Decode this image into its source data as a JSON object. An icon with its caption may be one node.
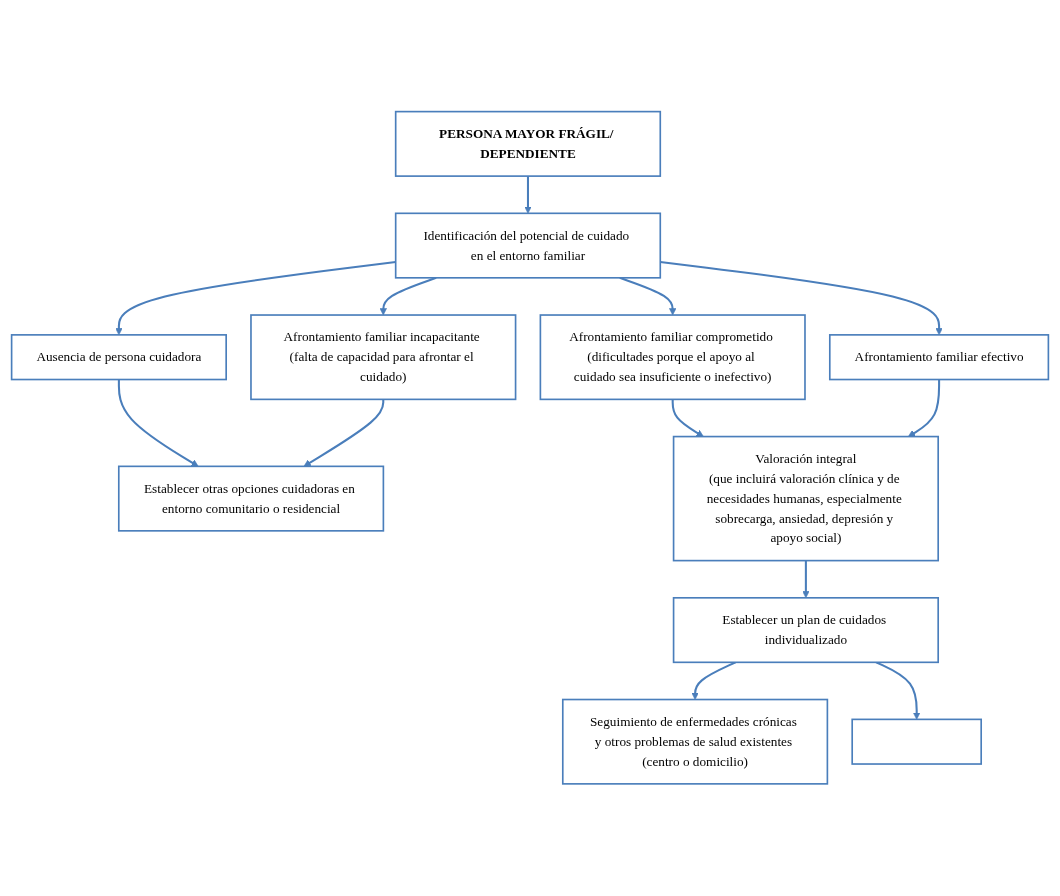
{
  "diagram": {
    "nodes": [
      {
        "text": [
          "PERSONA MAYOR FRÁGIL/ DEPENDIENTE"
        ]
      },
      {
        "text": [
          "Identificación del potencial de cuidado en el entorno familiar"
        ]
      },
      {
        "text": [
          "Ausencia de persona cuidadora"
        ]
      },
      {
        "text": [
          "Afrontamiento familiar incapacitante (falta de capacidad para afrontar el cuidado)"
        ]
      },
      {
        "text": [
          "Afrontamiento familiar comprometido (dificultades porque el apoyo al cuidado sea insuficiente o inefectivo)"
        ]
      },
      {
        "text": [
          "Afrontamiento familiar efectivo"
        ]
      },
      {
        "text": [
          "Establecer otras opciones cuidadoras en entorno comunitario o residencial"
        ]
      },
      {
        "text": [
          "Valoración integral",
          "(que incluirá valoración clínica y de necesidades humanas, especialmente sobrecarga, ansiedad, depresión y apoyo social)"
        ]
      },
      {
        "text": [
          "Establecer un plan de cuidados individualizado"
        ]
      },
      {
        "text": [
          "Seguimiento de enfermedades crónicas y otros problemas de salud existentes (centro o domicilio)"
        ]
      },
      {
        "text": [],
        "shape": "box"
      }
    ],
    "edges": [
      {
        "from": 0,
        "to": 1,
        "arrow": "to"
      },
      {
        "from": 1,
        "to": 2,
        "arrow": "to"
      },
      {
        "from": 1,
        "to": 3,
        "arrow": "to"
      },
      {
        "from": 1,
        "to": 4,
        "arrow": "to"
      },
      {
        "from": 1,
        "to": 5,
        "arrow": "to"
      },
      {
        "from": 2,
        "to": 6,
        "arrow": "to"
      },
      {
        "from": 3,
        "to": 6,
        "arrow": "to"
      },
      {
        "from": 4,
        "to": 7,
        "arrow": "to"
      },
      {
        "from": 5,
        "to": 7,
        "arrow": "to"
      },
      {
        "from": 7,
        "to": 8,
        "arrow": "to"
      },
      {
        "from": 8,
        "to": 9,
        "arrow": "to"
      },
      {
        "from": 8,
        "to": 10,
        "arrow": "to"
      }
    ]
  }
}
